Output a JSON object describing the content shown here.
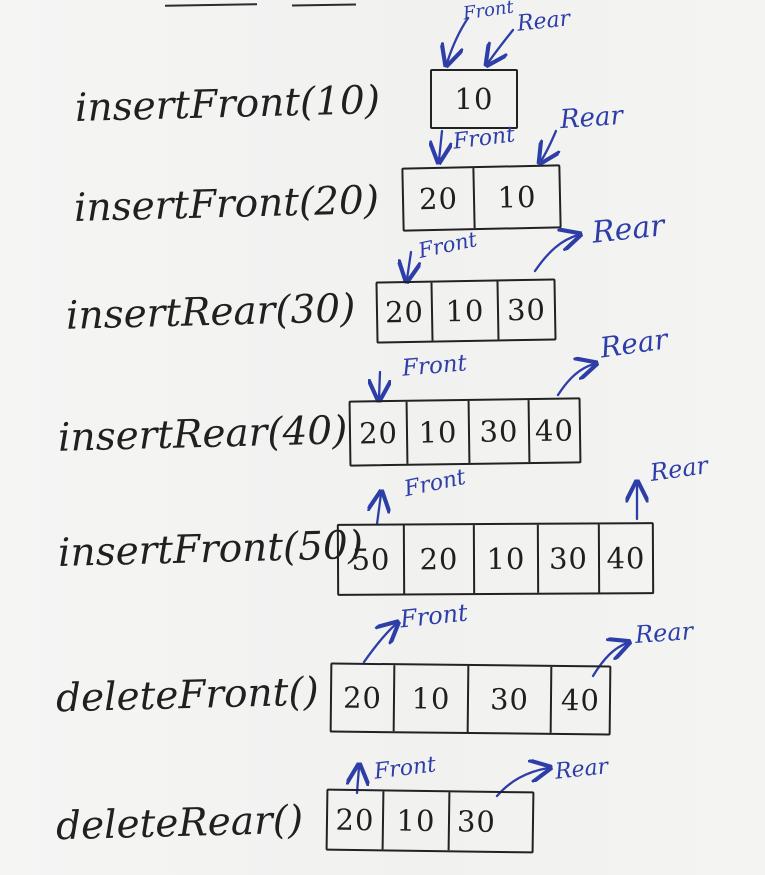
{
  "operations": [
    {
      "label": "insertFront(10)",
      "cells": [
        "10"
      ],
      "front_label": "Front",
      "rear_label": "Rear"
    },
    {
      "label": "insertFront(20)",
      "cells": [
        "20",
        "10"
      ],
      "front_label": "Front",
      "rear_label": "Rear"
    },
    {
      "label": "insertRear(30)",
      "cells": [
        "20",
        "10",
        "30"
      ],
      "front_label": "Front",
      "rear_label": "Rear"
    },
    {
      "label": "insertRear(40)",
      "cells": [
        "20",
        "10",
        "30",
        "40"
      ],
      "front_label": "Front",
      "rear_label": "Rear"
    },
    {
      "label": "insertFront(50)",
      "cells": [
        "50",
        "20",
        "10",
        "30",
        "40"
      ],
      "front_label": "Front",
      "rear_label": "Rear"
    },
    {
      "label": "deleteFront()",
      "cells": [
        "20",
        "10",
        "30",
        "40"
      ],
      "front_label": "Front",
      "rear_label": "Rear"
    },
    {
      "label": "deleteRear()",
      "cells": [
        "20",
        "10",
        "30"
      ],
      "front_label": "Front",
      "rear_label": "Rear"
    }
  ]
}
